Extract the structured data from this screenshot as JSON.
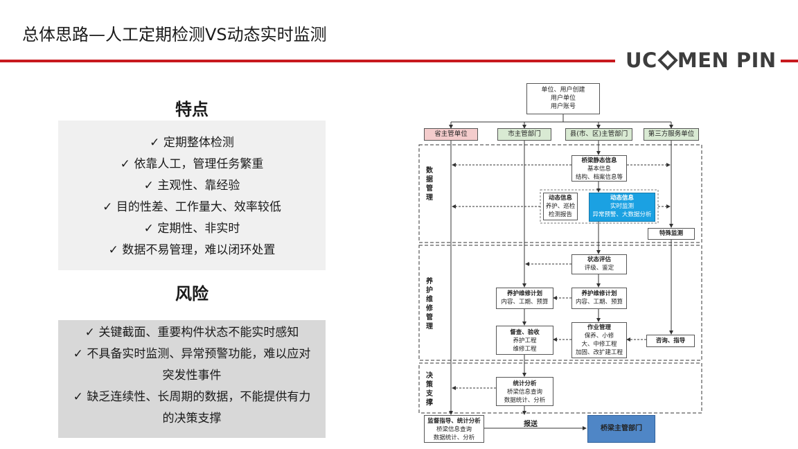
{
  "title": "总体思路—人工定期检测VS动态实时监测",
  "logo": "UCOMEN PIN",
  "features": {
    "heading": "特点",
    "items": [
      "✓ 定期整体检测",
      "✓ 依靠人工，管理任务繁重",
      "✓ 主观性、靠经验",
      "✓ 目的性差、工作量大、效率较低",
      "✓ 定期性、非实时",
      "✓ 数据不易管理，难以闭环处置"
    ]
  },
  "risks": {
    "heading": "风险",
    "items": [
      "✓ 关键截面、重要构件状态不能实时感知",
      "✓ 不具备实时监测、异常预警功能，难以应对",
      "突发性事件",
      "✓ 缺乏连续性、长周期的数据，不能提供有力",
      "的决策支撑"
    ]
  },
  "flow": {
    "top": {
      "lines": [
        "单位、用户创建",
        "用户单位",
        "用户账号"
      ]
    },
    "units": {
      "province": "省主管单位",
      "city": "市主管部门",
      "county": "县(市、区)主管部门",
      "third": "第三方服务单位"
    },
    "sections": {
      "data": "数据管理",
      "maint": "养护维修管理",
      "decision": "决策支撑"
    },
    "static": {
      "title": "桥梁静态信息",
      "lines": [
        "基本信息",
        "结构、档案信息等"
      ]
    },
    "dyn_manual": {
      "title": "动态信息",
      "lines": [
        "养护、巡检",
        "检测报告"
      ]
    },
    "dyn_monitor": {
      "title": "动态信息",
      "lines": [
        "实时监测",
        "异常预警、大数据分析"
      ]
    },
    "special": {
      "title": "特殊监测"
    },
    "state": {
      "title": "状态评估",
      "lines": [
        "评级、鉴定"
      ]
    },
    "plan_left": {
      "title": "养护维修计划",
      "lines": [
        "内容、工期、预算"
      ]
    },
    "plan_right": {
      "title": "养护维修计划",
      "lines": [
        "内容、工期、预算"
      ]
    },
    "inspect": {
      "title": "督查、验收",
      "lines": [
        "养护工程",
        "维修工程"
      ]
    },
    "work": {
      "title": "作业管理",
      "lines": [
        "保养、小修",
        "大、中修工程",
        "加固、改扩建工程"
      ]
    },
    "consult": {
      "title": "咨询、指导"
    },
    "stats": {
      "title": "统计分析",
      "lines": [
        "桥梁信息查询",
        "数据统计、分析"
      ]
    },
    "supervise": {
      "title": "监督指导、统计分析",
      "lines": [
        "桥梁信息查询",
        "数据统计、分析"
      ]
    },
    "bridge_dept": {
      "title": "桥梁主管部门"
    },
    "report_label": "报送"
  },
  "colors": {
    "accent_red": "#c8191e",
    "province_fill": "#f4cccc",
    "unit_fill": "#d9ead3",
    "monitor_fill": "#1ba1e2",
    "bridge_fill": "#4f86c6"
  }
}
